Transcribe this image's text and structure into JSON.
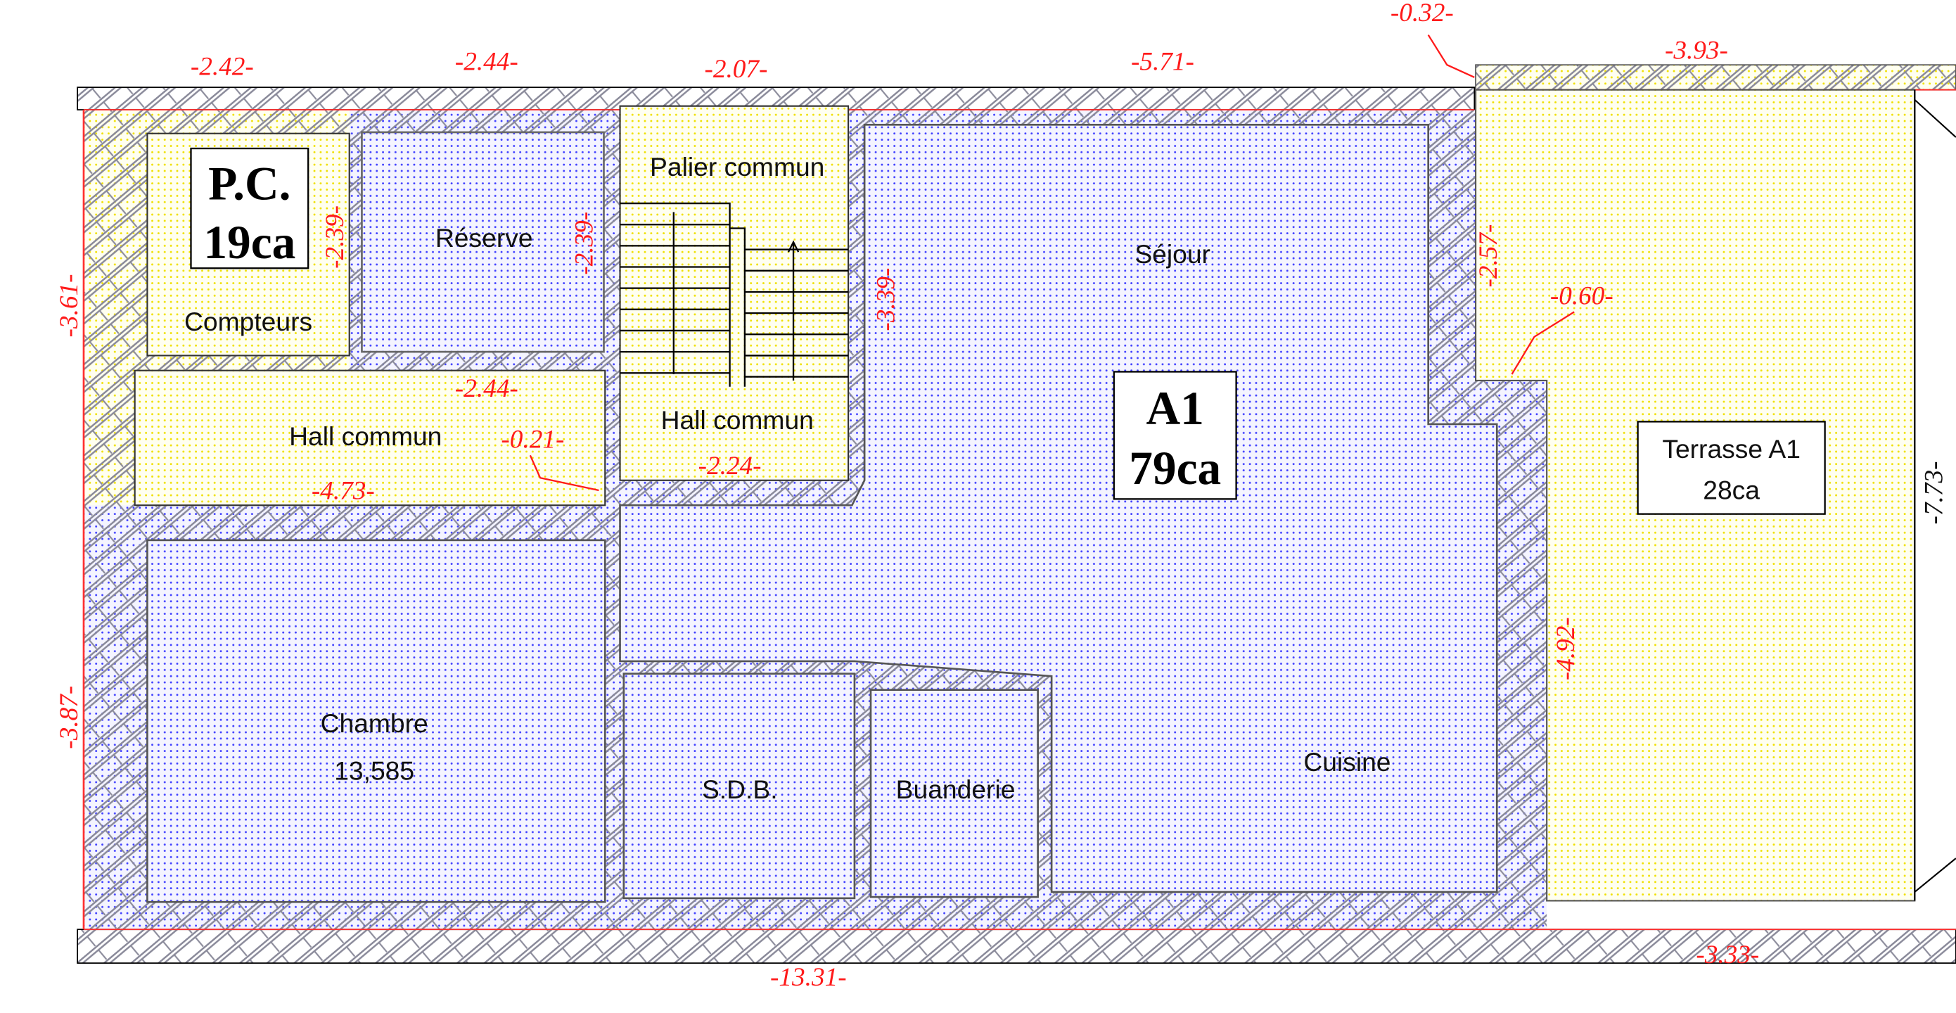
{
  "rooms": {
    "pc_title": "P.C.",
    "pc_area": "19ca",
    "compteurs": "Compteurs",
    "reserve": "Réserve",
    "palier": "Palier commun",
    "hall_left": "Hall commun",
    "hall_right": "Hall commun",
    "sejour": "Séjour",
    "a1_title": "A1",
    "a1_area": "79ca",
    "chambre": "Chambre",
    "chambre_area": "13,585",
    "sdb": "S.D.B.",
    "buanderie": "Buanderie",
    "cuisine": "Cuisine",
    "terrasse": "Terrasse A1",
    "terrasse_area": "28ca"
  },
  "dimensions": {
    "top_1": "-2.42-",
    "top_2": "-2.44-",
    "top_3": "-2.07-",
    "top_4": "-5.71-",
    "top_5": "-0.32-",
    "top_6": "-3.93-",
    "left_1": "-3.61-",
    "left_2": "-3.87-",
    "pc_h": "-2.39-",
    "reserve_h": "-2.39-",
    "stair_h": "-3.39-",
    "sejour_h": "-2.57-",
    "step": "-0.60-",
    "hall_top": "-2.44-",
    "hall_w": "-4.73-",
    "hall_off": "-0.21-",
    "hall2_w": "-2.24-",
    "cuisine_h": "-4.92-",
    "terrace_h": "-7.73-",
    "bottom_1": "-13.31-",
    "bottom_2": "-3.33-"
  },
  "colors": {
    "dimension": "#ff1a1a",
    "blue_fill": "#3a3aff",
    "yellow_fill": "#ffee00",
    "wall": "#8a8a9a"
  }
}
